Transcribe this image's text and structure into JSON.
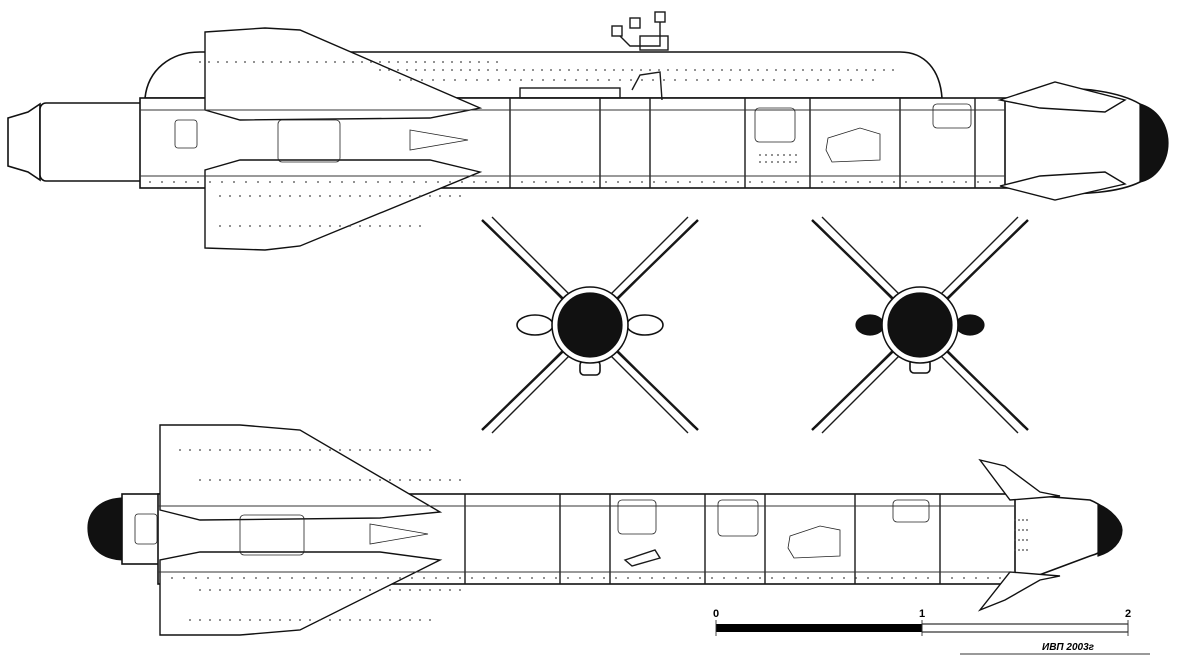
{
  "scale_bar": {
    "ticks": [
      "0",
      "1",
      "2"
    ]
  },
  "credit": "ИВП 2003г",
  "views": [
    {
      "name": "side-view"
    },
    {
      "name": "front-view"
    },
    {
      "name": "rear-view"
    },
    {
      "name": "top-view"
    }
  ],
  "colors": {
    "ink": "#111111",
    "paper": "#ffffff"
  }
}
